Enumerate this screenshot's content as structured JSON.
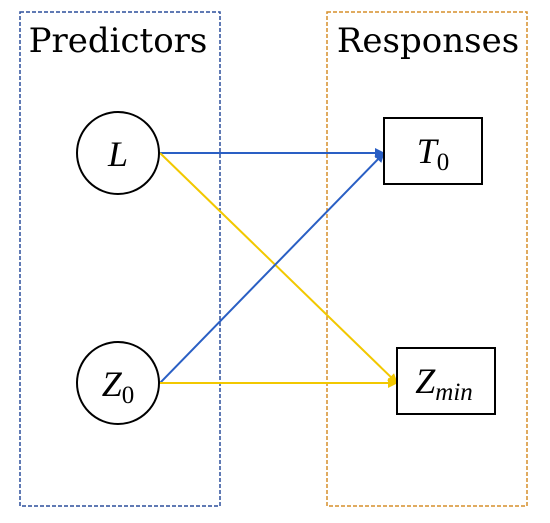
{
  "groups": {
    "predictors": {
      "title": "Predictors",
      "border_color": "#2b4f9b"
    },
    "responses": {
      "title": "Responses",
      "border_color": "#d58f2b"
    }
  },
  "nodes": {
    "L": {
      "main": "L",
      "sub": ""
    },
    "Z0": {
      "main": "Z",
      "sub": "0"
    },
    "T0": {
      "main": "T",
      "sub": "0"
    },
    "Zmin": {
      "main": "Z",
      "sub": "min"
    }
  },
  "edges": [
    {
      "from": "L",
      "to": "T0",
      "color": "#2a5fc4"
    },
    {
      "from": "L",
      "to": "Zmin",
      "color": "#f2c800"
    },
    {
      "from": "Z0",
      "to": "T0",
      "color": "#2a5fc4"
    },
    {
      "from": "Z0",
      "to": "Zmin",
      "color": "#f2c800"
    }
  ]
}
